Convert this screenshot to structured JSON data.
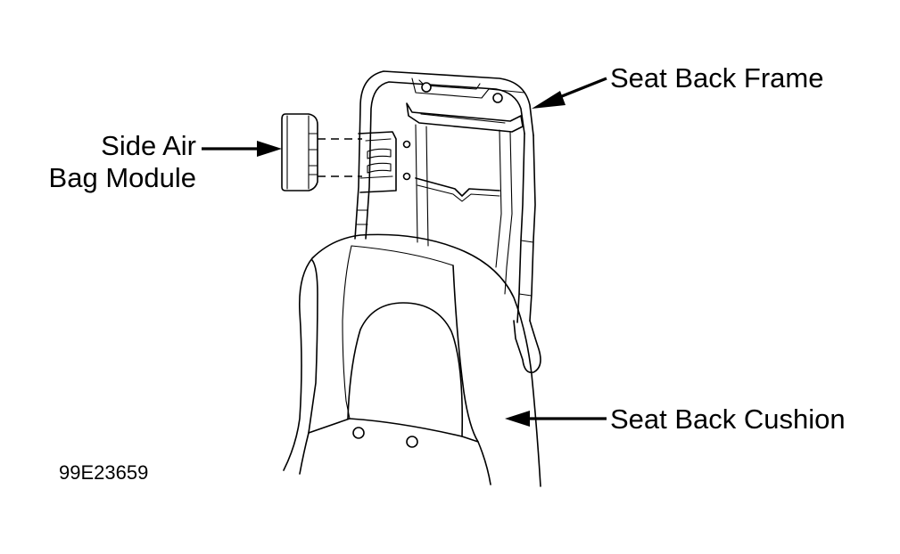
{
  "diagram": {
    "labels": {
      "seat_back_frame": "Seat Back Frame",
      "seat_back_cushion": "Seat Back Cushion",
      "side_air_bag_module_line1": "Side Air",
      "side_air_bag_module_line2": "Bag Module"
    },
    "figure_code": "99E23659",
    "colors": {
      "ink": "#000000",
      "background": "#ffffff"
    }
  }
}
